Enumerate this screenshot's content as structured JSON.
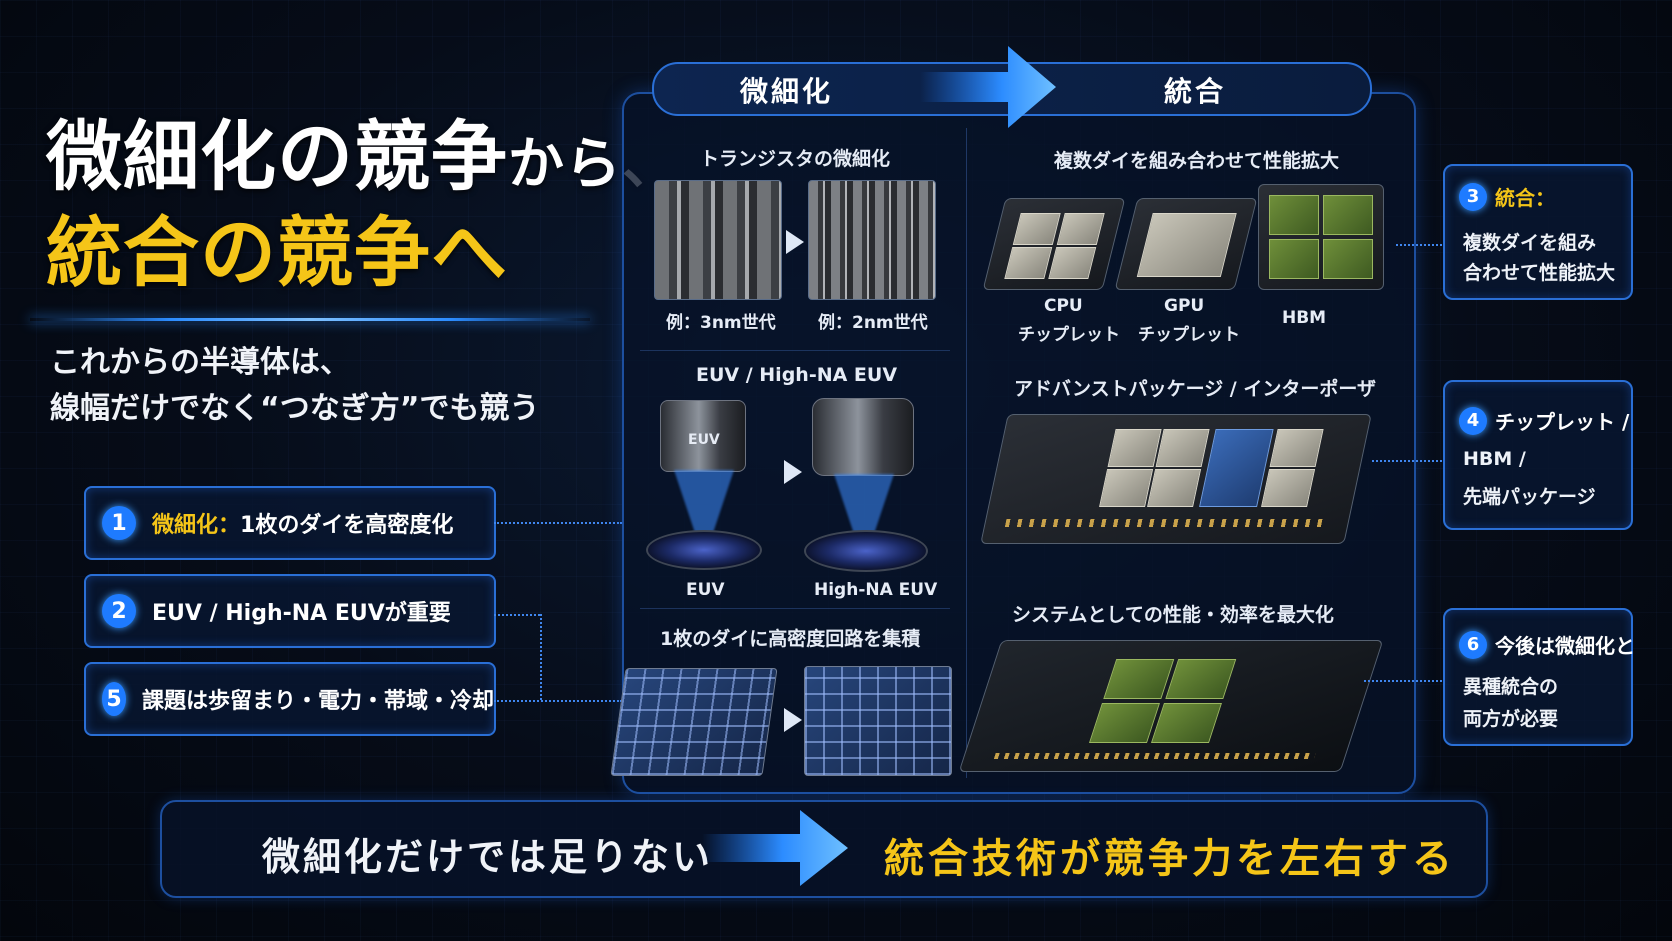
{
  "headline": {
    "line1_a": "微細化の競争",
    "line1_b": "から、",
    "line2": "統合の競争へ"
  },
  "subtitle": {
    "line1": "これからの半導体は、",
    "line2": "線幅だけでなく“つなぎ方”でも競う"
  },
  "points": [
    {
      "num": "1",
      "highlight": "微細化：",
      "text": "1枚のダイを高密度化"
    },
    {
      "num": "2",
      "highlight": "",
      "text": "EUV / High-NA EUVが重要"
    },
    {
      "num": "5",
      "highlight": "",
      "text": "課題は歩留まり・電力・帯域・冷却"
    }
  ],
  "header": {
    "left": "微細化",
    "right": "統合"
  },
  "left_column": {
    "transistor_title": "トランジスタの微細化",
    "transistor_caption_a": "例：3nm世代",
    "transistor_caption_b": "例：2nm世代",
    "euv_title": "EUV / High-NA EUV",
    "euv_lens_label": "EUV",
    "euv_caption_a": "EUV",
    "euv_caption_b": "High-NA EUV",
    "die_title": "1枚のダイに高密度回路を集積"
  },
  "right_column": {
    "multi_die_title": "複数ダイを組み合わせて性能拡大",
    "cpu_label_1": "CPU",
    "cpu_label_2": "チップレット",
    "gpu_label_1": "GPU",
    "gpu_label_2": "チップレット",
    "hbm_label": "HBM",
    "package_title": "アドバンストパッケージ / インターポーザ",
    "system_title": "システムとしての性能・効率を最大化"
  },
  "callouts": [
    {
      "num": "3",
      "head": "統合：",
      "lines": [
        "複数ダイを組み",
        "合わせて性能拡大"
      ]
    },
    {
      "num": "4",
      "head": "チップレット /",
      "lines": [
        "HBM /",
        "先端パッケージ"
      ]
    },
    {
      "num": "6",
      "head": "今後は微細化と",
      "lines": [
        "異種統合の",
        "両方が必要"
      ]
    }
  ],
  "banner": {
    "left": "微細化だけでは足りない",
    "right": "統合技術が競争力を左右する"
  },
  "colors": {
    "accent_yellow": "#f5c518",
    "accent_blue": "#1e7bff",
    "border_blue": "#2a6fd6",
    "background": "#060c18"
  }
}
